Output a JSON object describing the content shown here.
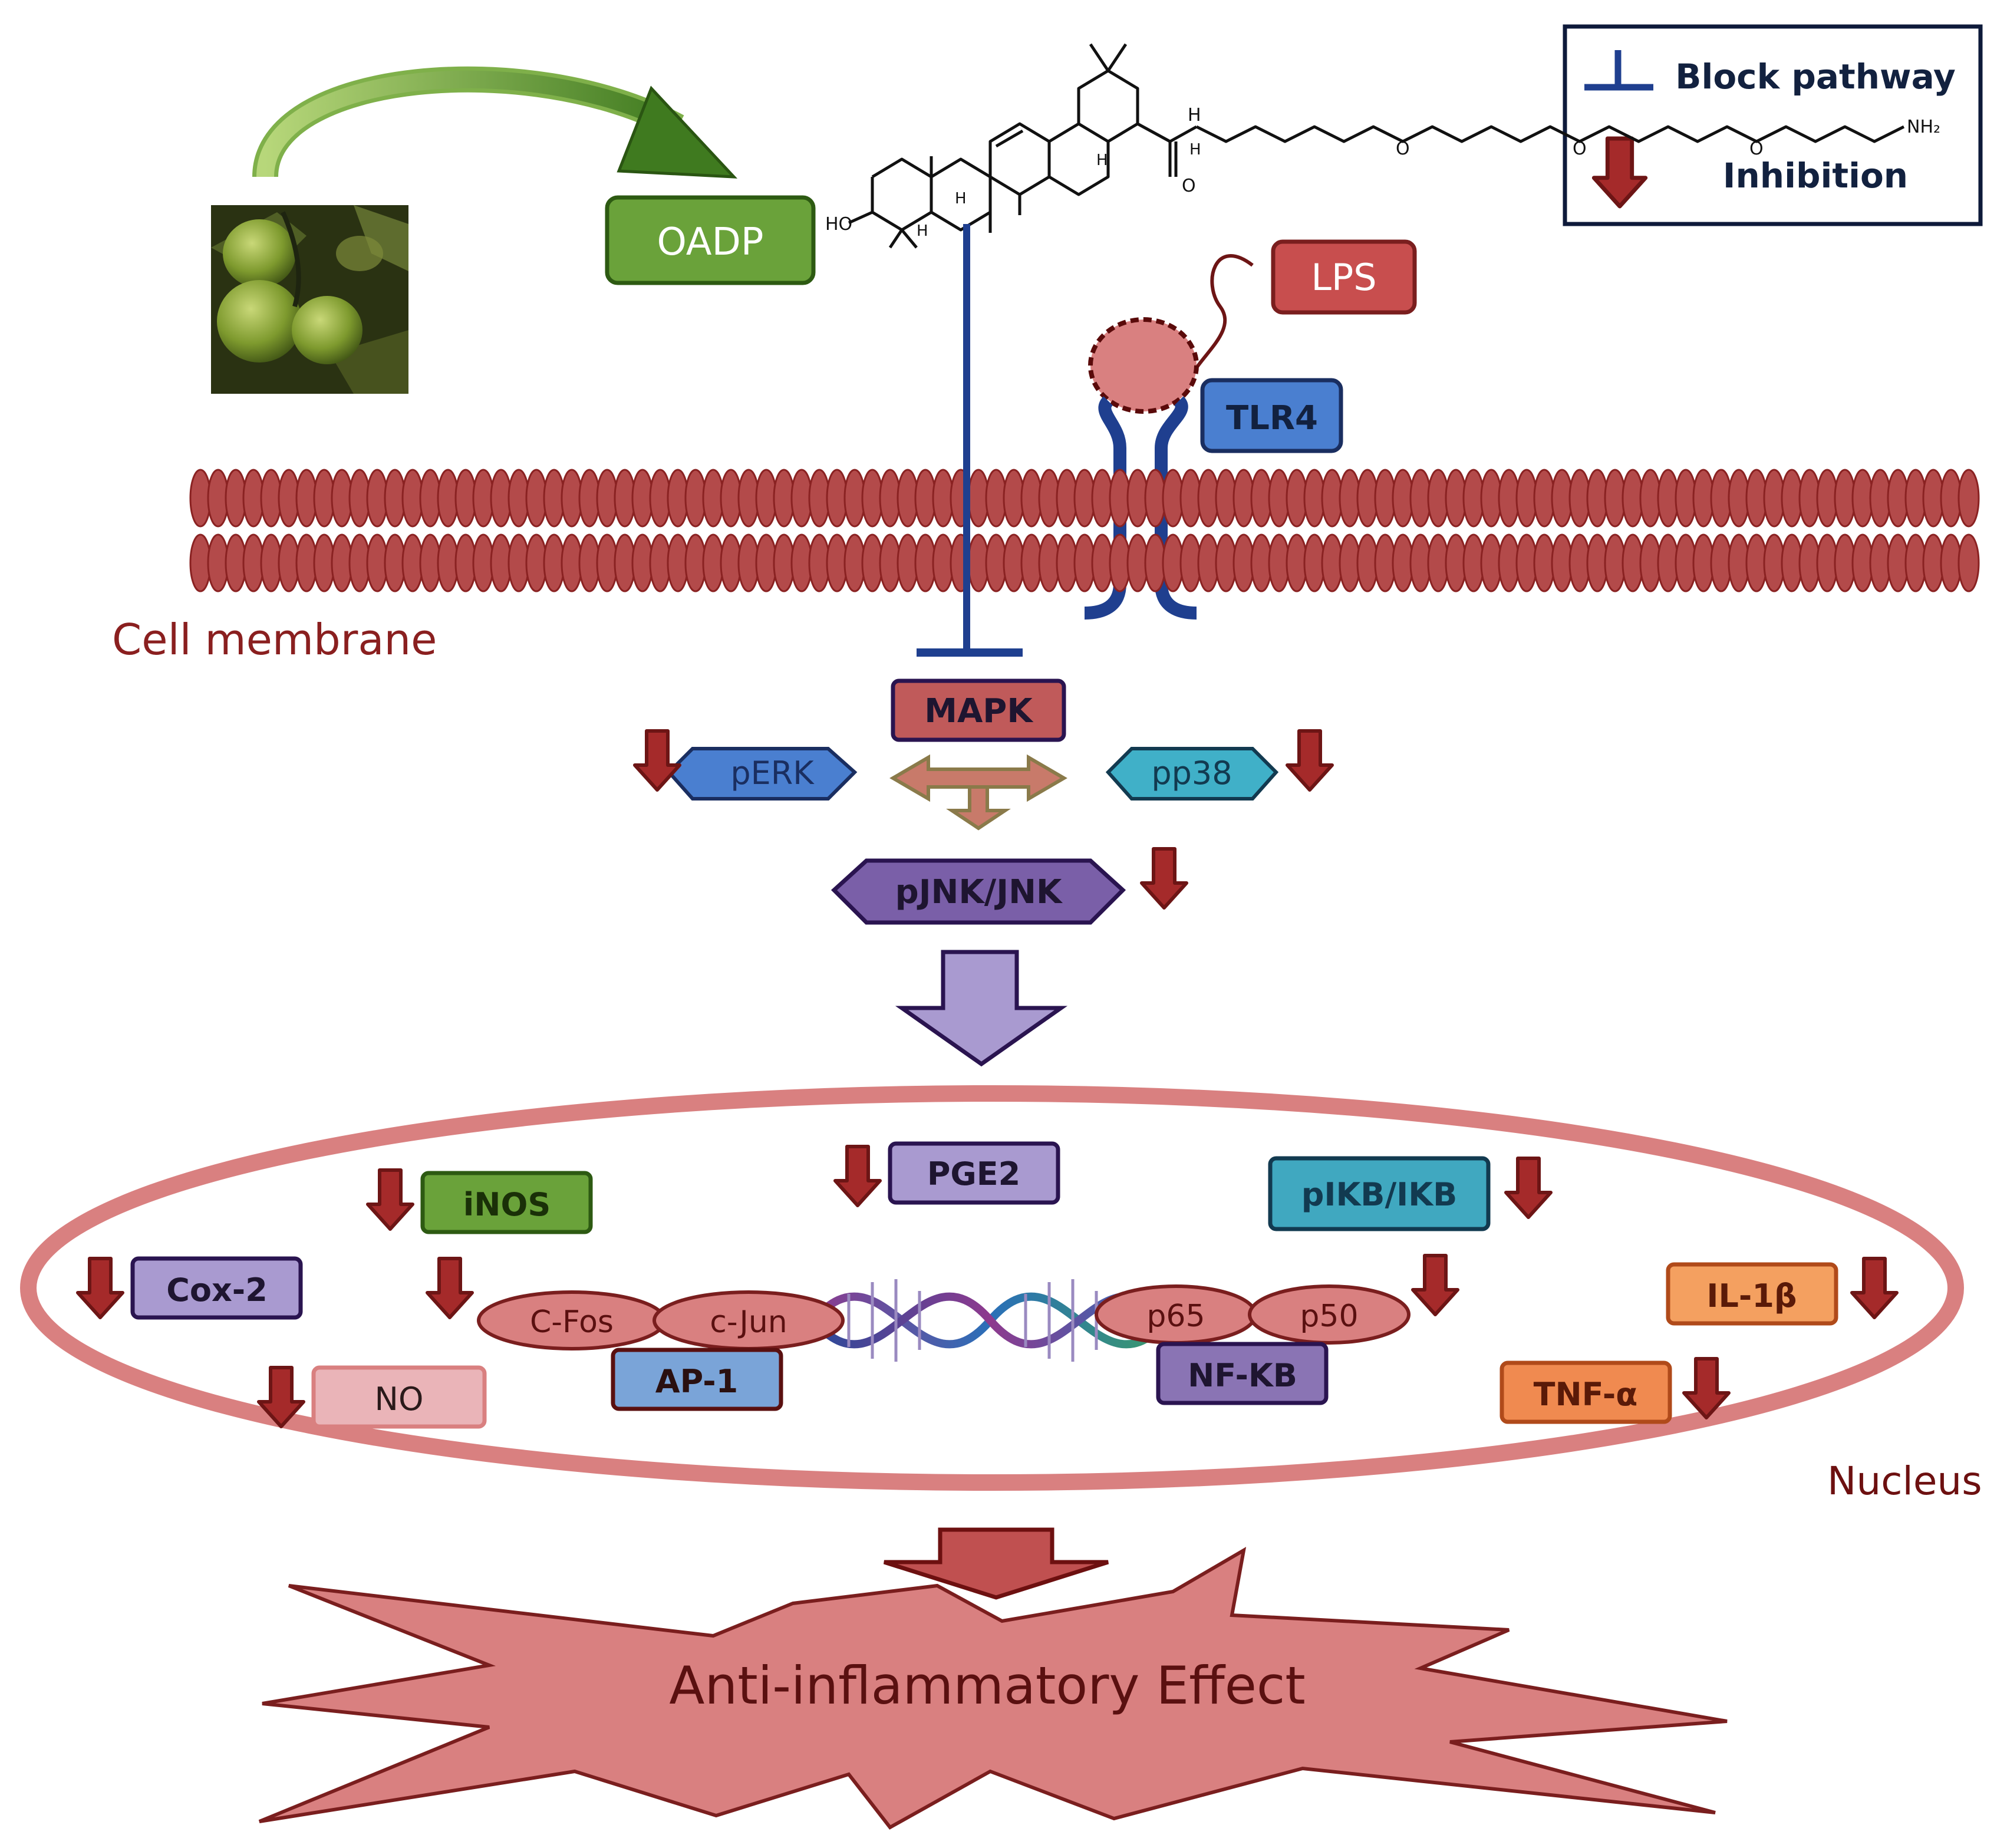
{
  "legend": {
    "block_label": "Block pathway",
    "inhibition_label": "Inhibition"
  },
  "labels": {
    "oadp": "OADP",
    "lps": "LPS",
    "tlr4": "TLR4",
    "cell_membrane": "Cell membrane",
    "mapk": "MAPK",
    "perk": "pERK",
    "pp38": "pp38",
    "pjnk": "pJNK/JNK",
    "pge2": "PGE2",
    "inos": "iNOS",
    "pikb": "pIKB/IKB",
    "cox2": "Cox-2",
    "no": "NO",
    "cfos": "C-Fos",
    "cjun": "c-Jun",
    "ap1": "AP-1",
    "p65": "p65",
    "p50": "p50",
    "nfkb": "NF-KB",
    "il1b": "IL-1β",
    "tnfa": "TNF-α",
    "nucleus": "Nucleus",
    "effect": "Anti-inflammatory Effect"
  },
  "molecule": {
    "ho": "HO",
    "nh": "H",
    "o": "O",
    "nh2": "NH₂",
    "h": "H"
  },
  "colors": {
    "membrane": "#b34a4a",
    "membrane_stroke": "#8a2222",
    "block": "#1f3f8f",
    "inhibit": "#a52a2a",
    "nucleus_ring": "#d98080",
    "effect_fill": "#d98080",
    "oadp": "#6aa23a",
    "lps": "#c84e4e",
    "tlr4": "#4a7fd0",
    "mapk": "#c05a5a",
    "perk": "#4a7fd0",
    "pp38": "#40b0c8",
    "pjnk": "#7a5fa8",
    "pge2": "#a99ad0",
    "inos": "#6aa23a",
    "pikb": "#40a8c0",
    "cox2": "#a99ad0",
    "no": "#eab4b8",
    "ap1": "#7aa4d8",
    "nfkb": "#8a74b4",
    "il1b": "#f4a060",
    "tnfa": "#f08a50"
  },
  "icons": [
    "olive-photo",
    "curved-arrow",
    "t-bar-block-icon",
    "down-arrow-inhibition-icon",
    "dna-helix",
    "starburst"
  ]
}
